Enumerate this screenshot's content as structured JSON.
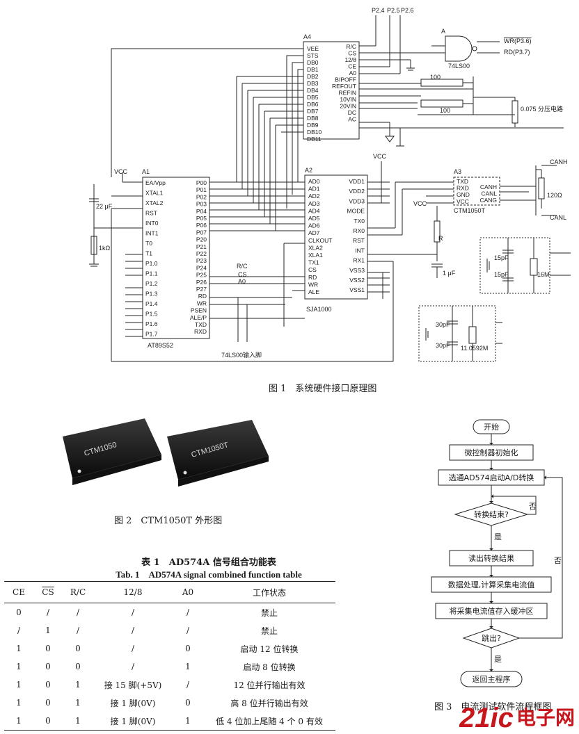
{
  "figure1": {
    "caption": "图 1　系统硬件接口原理图",
    "labels": {
      "p24": "P2.4",
      "p25": "P2.5",
      "p26": "P2.6",
      "a4": "A4",
      "a2": "A2",
      "a1": "A1",
      "a3": "A3",
      "gateA": "A",
      "ls00": "74LS00",
      "ls00_pin": "74LS00输入脚",
      "wr": "WR(P3.6)",
      "rd": "RD(P3.7)",
      "div": "0.075 分压电路",
      "vcc": "VCC",
      "at89": "AT89S52",
      "sja": "SJA1000",
      "ctm": "CTM1050T",
      "canh": "CANH",
      "canl": "CANL",
      "c5": "22 μF",
      "r1": "1kΩ",
      "r3": "120Ω",
      "r2": "R",
      "c6": "1 μF",
      "c3": "15pF",
      "c4": "15pF",
      "l2": "16M",
      "c2": "30pF",
      "c1": "30pF",
      "l1": "11.0592M",
      "pot1": "100",
      "pot2": "100",
      "rc": "R/C",
      "cs": "CS",
      "a0": "A0"
    },
    "a4_pins_left": [
      "VEE",
      "STS",
      "DB0",
      "DB1",
      "DB2",
      "DB3",
      "DB4",
      "DB5",
      "DB6",
      "DB7",
      "DB8",
      "DB9",
      "DB10",
      "DB11"
    ],
    "a4_pins_right": [
      "R/C",
      "CS",
      "12/8",
      "CE",
      "A0",
      "BIPOFF",
      "REFOUT",
      "REFIN",
      "10VIN",
      "20VIN",
      "DC",
      "AC"
    ],
    "a1_pins_left": [
      "EA/Vpp",
      "XTAL1",
      "XTAL2",
      "RST",
      "INT0",
      "INT1",
      "T0",
      "T1",
      "P1.0",
      "P1.1",
      "P1.2",
      "P1.3",
      "P1.4",
      "P1.5",
      "P1.6",
      "P1.7"
    ],
    "a1_pins_right": [
      "P00",
      "P01",
      "P02",
      "P03",
      "P04",
      "P05",
      "P06",
      "P07",
      "P20",
      "P21",
      "P22",
      "P23",
      "P24",
      "P25",
      "P26",
      "P27",
      "RD",
      "WR",
      "PSEN",
      "ALE/P",
      "TXD",
      "RXD"
    ],
    "a2_pins_left": [
      "AD0",
      "AD1",
      "AD2",
      "AD3",
      "AD4",
      "AD5",
      "AD6",
      "AD7",
      "CLKOUT",
      "XLA2",
      "XLA1",
      "TX1",
      "CS",
      "RD",
      "WR",
      "ALE"
    ],
    "a2_pins_right": [
      "VDD1",
      "VDD2",
      "VDD3",
      "MODE",
      "TX0",
      "RX0",
      "RST",
      "INT",
      "RX1",
      "VSS3",
      "VSS2",
      "VSS1"
    ],
    "a3_pins_left": [
      "TXD",
      "RXD",
      "GND",
      "VCC"
    ],
    "a3_pins_right": [
      "CANH",
      "CANL",
      "CANG"
    ]
  },
  "figure2": {
    "caption": "图 2　CTM1050T 外形图",
    "chip1": "CTM1050",
    "chip2": "CTM1050T"
  },
  "table1": {
    "title_cn": "表 1　AD574A 信号组合功能表",
    "title_en": "Tab. 1　AD574A signal combined function table",
    "headers": [
      "CE",
      "CS",
      "R/C",
      "12/8",
      "A0",
      "工作状态"
    ],
    "rows": [
      [
        "0",
        "/",
        "/",
        "/",
        "/",
        "禁止"
      ],
      [
        "/",
        "1",
        "/",
        "/",
        "/",
        "禁止"
      ],
      [
        "1",
        "0",
        "0",
        "/",
        "0",
        "启动 12 位转换"
      ],
      [
        "1",
        "0",
        "0",
        "/",
        "1",
        "启动 8 位转换"
      ],
      [
        "1",
        "0",
        "1",
        "接 15 脚(+5V)",
        "/",
        "12 位并行输出有效"
      ],
      [
        "1",
        "0",
        "1",
        "接 1 脚(0V)",
        "0",
        "高 8 位并行输出有效"
      ],
      [
        "1",
        "0",
        "1",
        "接 1 脚(0V)",
        "1",
        "低 4 位加上尾随 4 个 0 有效"
      ]
    ]
  },
  "figure3": {
    "caption": "图 3　电流测试软件流程框图",
    "steps": [
      "开始",
      "微控制器初始化",
      "选通AD574启动A/D转换",
      "转换结束?",
      "读出转换结果",
      "数据处理,计算采集电流值",
      "将采集电流值存入缓冲区",
      "跳出?",
      "返回主程序"
    ],
    "yes": "是",
    "no": "否",
    "no2": "否",
    "yes2": "是"
  },
  "watermark": {
    "text": "21ic",
    "cn": "电子网"
  }
}
